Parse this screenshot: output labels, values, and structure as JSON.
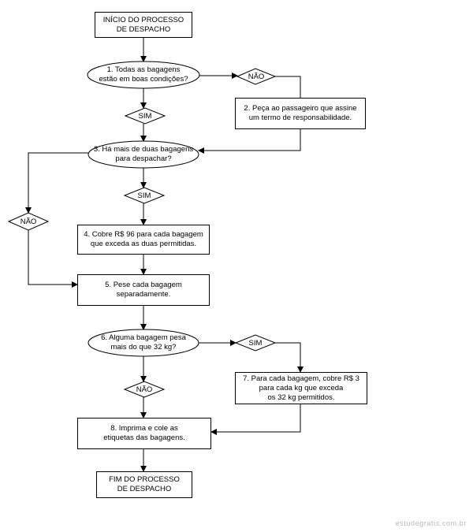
{
  "start": "INÍCIO DO PROCESSO\nDE DESPACHO",
  "q1": "1. Todas as bagagens\nestão em boas condições?",
  "q1_no": "NÃO",
  "q1_yes": "SIM",
  "step2": "2. Peça ao passageiro que assine\num termo de responsabilidade.",
  "q3": "3. Há mais de duas bagagens\npara despachar?",
  "q3_yes": "SIM",
  "q3_no": "NÃO",
  "step4": "4. Cobre R$ 96 para cada bagagem\nque exceda as duas permitidas.",
  "step5": "5. Pese cada bagagem\nseparadamente.",
  "q6": "6. Alguma bagagem pesa\nmais do que 32 kg?",
  "q6_yes": "SIM",
  "q6_no": "NÃO",
  "step7": "7. Para cada bagagem, cobre R$ 3\npara cada kg que exceda\nos 32 kg permitidos.",
  "step8": "8. Imprima e cole as\netiquetas das bagagens.",
  "end": "FIM DO PROCESSO\nDE DESPACHO",
  "watermark": "estudegratis.com.br"
}
